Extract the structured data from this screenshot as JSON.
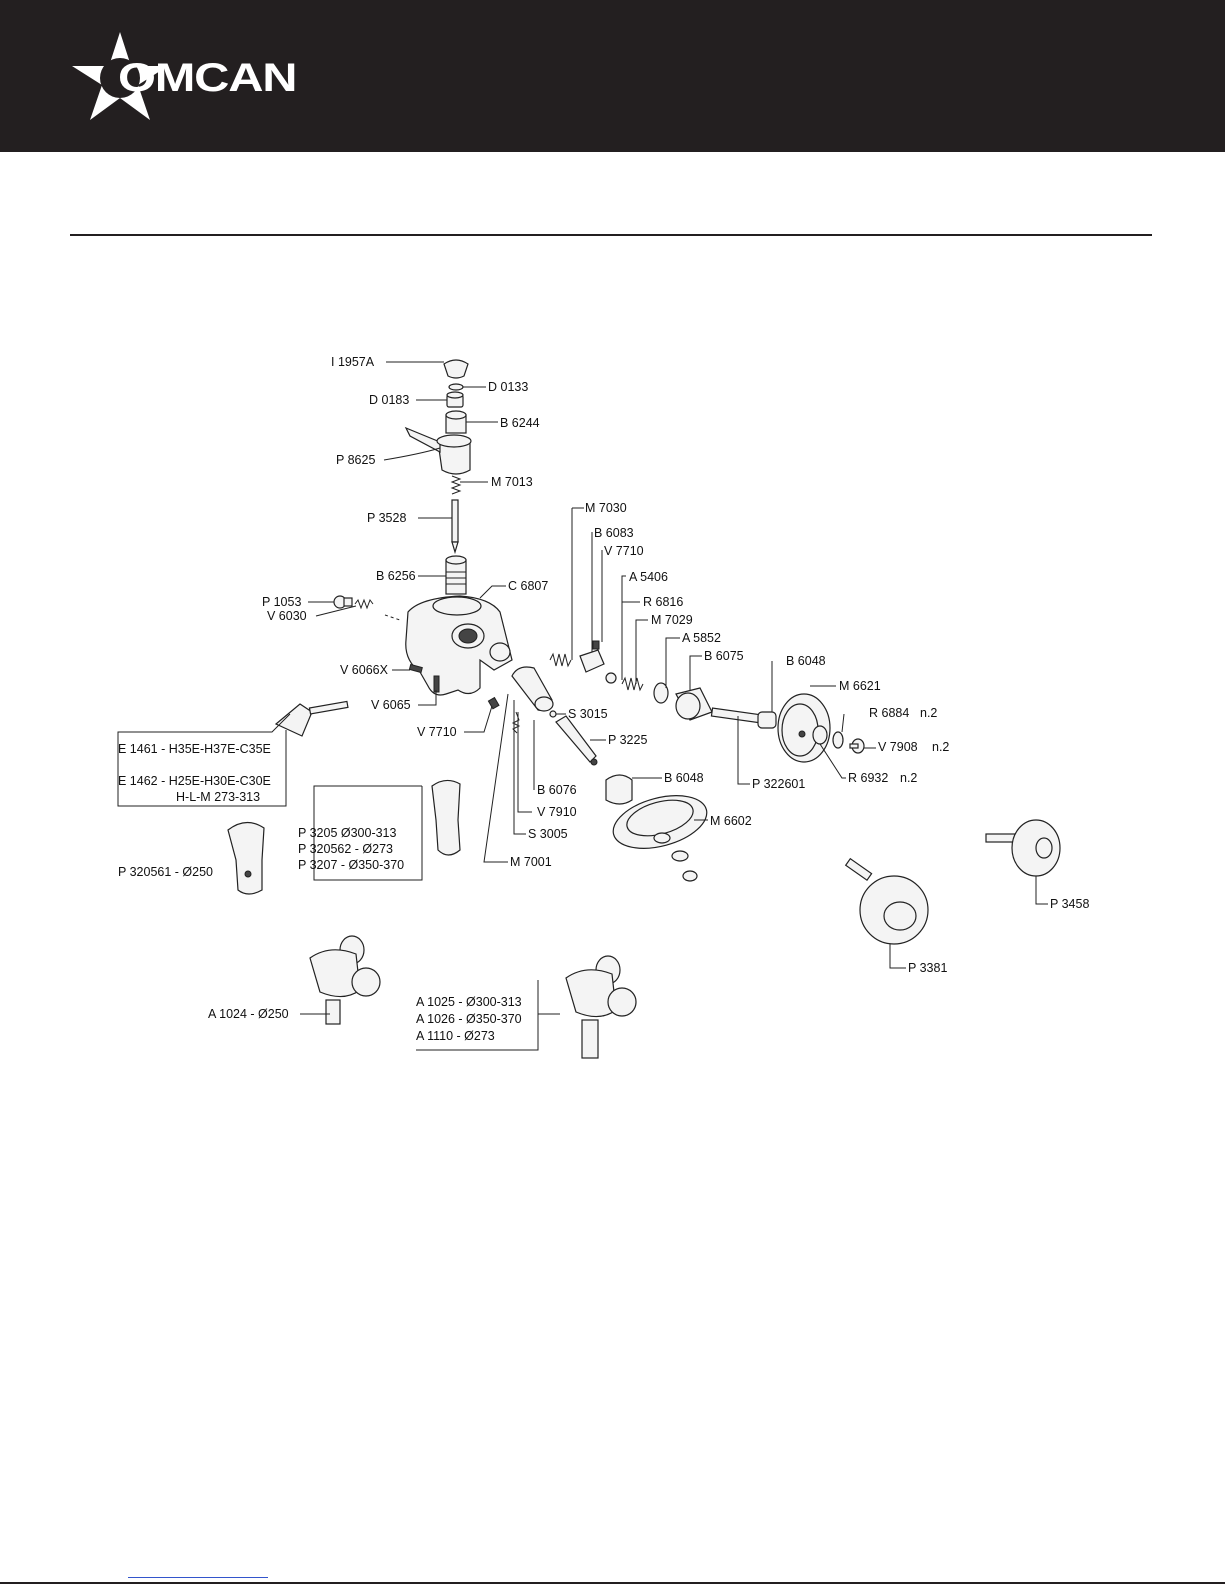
{
  "header": {
    "brand": "OMCAN",
    "logo_icon": "star-icon",
    "background": "#231f20"
  },
  "labels": {
    "i1957a": "I 1957A",
    "d0133": "D 0133",
    "d0183": "D 0183",
    "b6244": "B 6244",
    "p8625": "P 8625",
    "m7013": "M 7013",
    "p3528": "P 3528",
    "m7030": "M 7030",
    "b6083": "B 6083",
    "v7710a": "V 7710",
    "a5406": "A 5406",
    "b6256": "B 6256",
    "c6807": "C 6807",
    "r6816": "R 6816",
    "m7029": "M 7029",
    "p1053": "P 1053",
    "a5852": "A 5852",
    "b6075": "B 6075",
    "v6030": "V 6030",
    "b6048a": "B 6048",
    "m6621": "M 6621",
    "v6066x": "V 6066X",
    "r6884": "R 6884",
    "r6884_qty": "n.2",
    "v6065": "V 6065",
    "s3015": "S 3015",
    "v7908": "V 7908",
    "v7908_qty": "n.2",
    "v7710b": "V 7710",
    "p3225": "P 3225",
    "r6932": "R 6932",
    "r6932_qty": "n.2",
    "p322601": "P 322601",
    "b6076": "B 6076",
    "b6048b": "B 6048",
    "v7910": "V 7910",
    "m6602": "M 6602",
    "s3005": "S 3005",
    "m7001": "M 7001",
    "p3458": "P 3458",
    "p3381": "P 3381"
  },
  "box_e": {
    "line1": "E 1461   - H35E-H37E-C35E",
    "line2": "E 1462   - H25E-H30E-C30E",
    "line3": "H-L-M 273-313"
  },
  "box_p": {
    "line1": "P 3205   Ø300-313",
    "line2": "P 320562   - Ø273",
    "line3": "P 3207   - Ø350-370"
  },
  "p320561": "P 320561   - Ø250",
  "a1024": "A 1024   - Ø250",
  "box_a": {
    "line1": "A 1025   - Ø300-313",
    "line2": "A 1026   - Ø350-370",
    "line3": "A 1110   - Ø273"
  }
}
